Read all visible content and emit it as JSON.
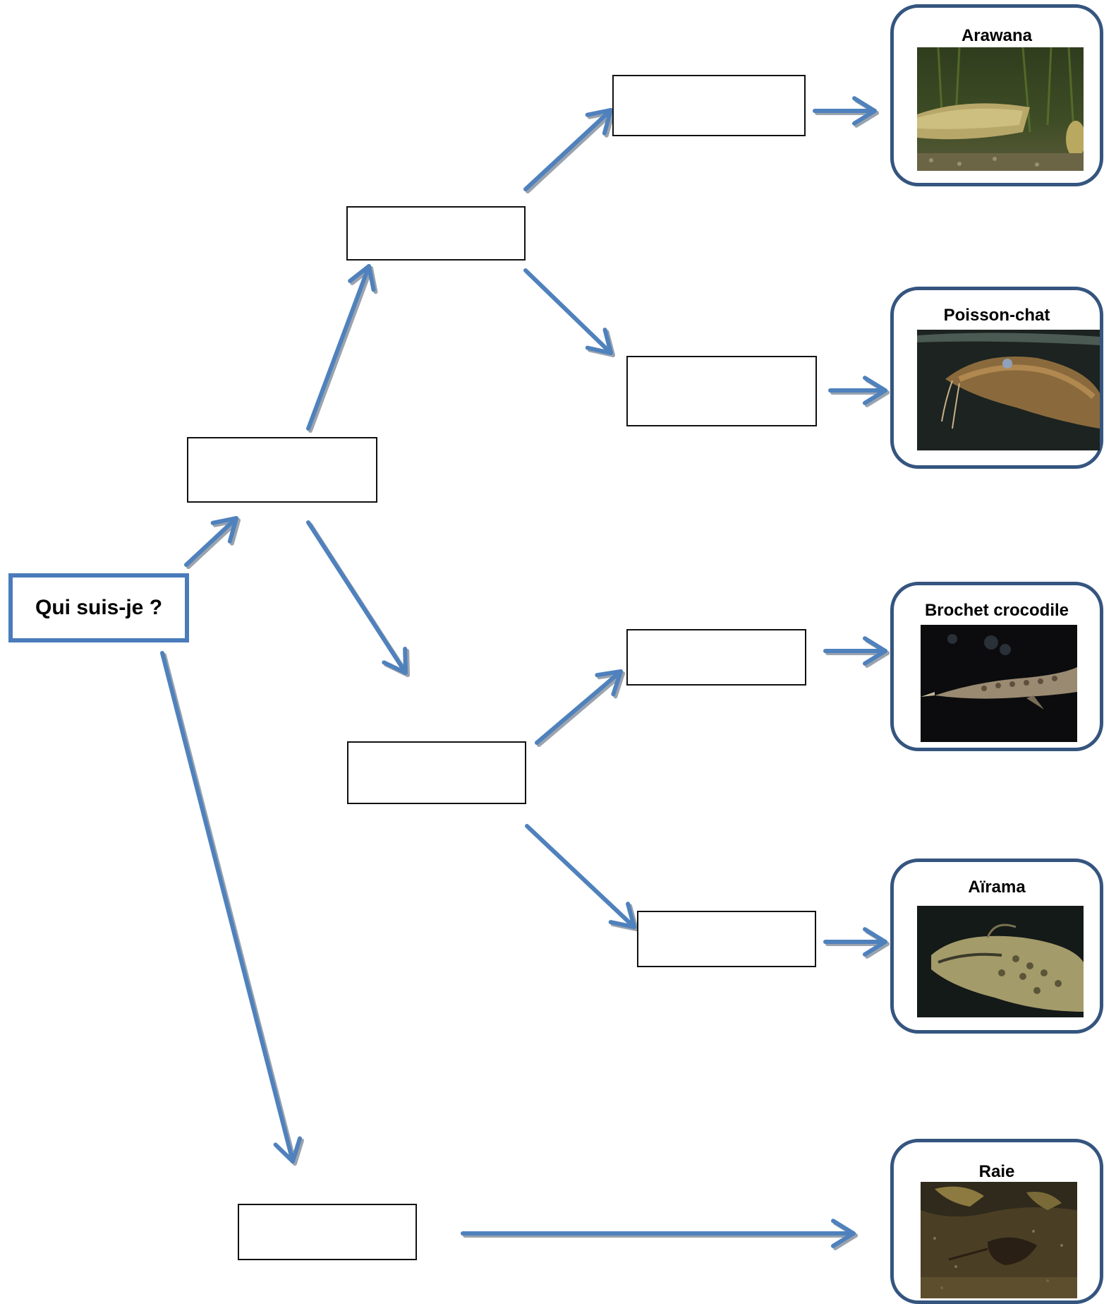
{
  "root": {
    "label": "Qui suis-je ?"
  },
  "answer_boxes": [
    {
      "id": "b1",
      "value": ""
    },
    {
      "id": "b2",
      "value": ""
    },
    {
      "id": "b3",
      "value": ""
    },
    {
      "id": "b4",
      "value": ""
    },
    {
      "id": "b5",
      "value": ""
    },
    {
      "id": "b6",
      "value": ""
    },
    {
      "id": "b7",
      "value": ""
    },
    {
      "id": "b8",
      "value": ""
    }
  ],
  "fish": [
    {
      "name": "Arawana",
      "icon": "arawana-photo"
    },
    {
      "name": "Poisson-chat",
      "icon": "catfish-photo"
    },
    {
      "name": "Brochet crocodile",
      "icon": "crocodile-pike-photo"
    },
    {
      "name": "Aïrama",
      "icon": "airama-photo"
    },
    {
      "name": "Raie",
      "icon": "stingray-photo"
    }
  ],
  "colors": {
    "arrow": "#4f81bd",
    "arrow_shadow": "#9aa3ad",
    "root_border": "#4a7bbb",
    "card_border": "#35557f"
  }
}
